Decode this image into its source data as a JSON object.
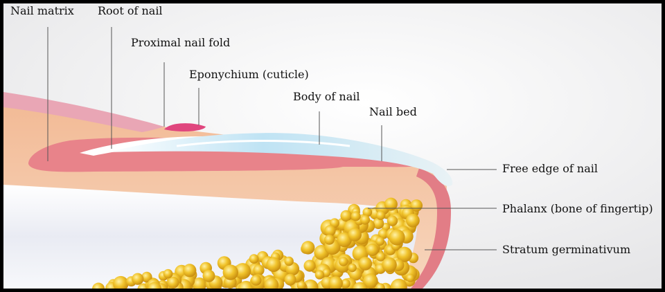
{
  "labels": {
    "nail_matrix": "Nail matrix",
    "root_of_nail": "Root of nail",
    "proximal_nail_fold": "Proximal nail fold",
    "eponychium": "Eponychium (cuticle)",
    "body_of_nail": "Body of nail",
    "nail_bed": "Nail bed",
    "free_edge": "Free edge of nail",
    "phalanx": "Phalanx (bone of fingertip)",
    "stratum_germinativum": "Stratum germinativum"
  },
  "colors": {
    "background": "#f2f2f2",
    "skin": "#f4c7a3",
    "dermis_pink": "#e8838a",
    "nail_body": "#bfe3f2",
    "bone": "#eef0f6",
    "fat_yellow": "#f2c531",
    "border": "#000000"
  }
}
